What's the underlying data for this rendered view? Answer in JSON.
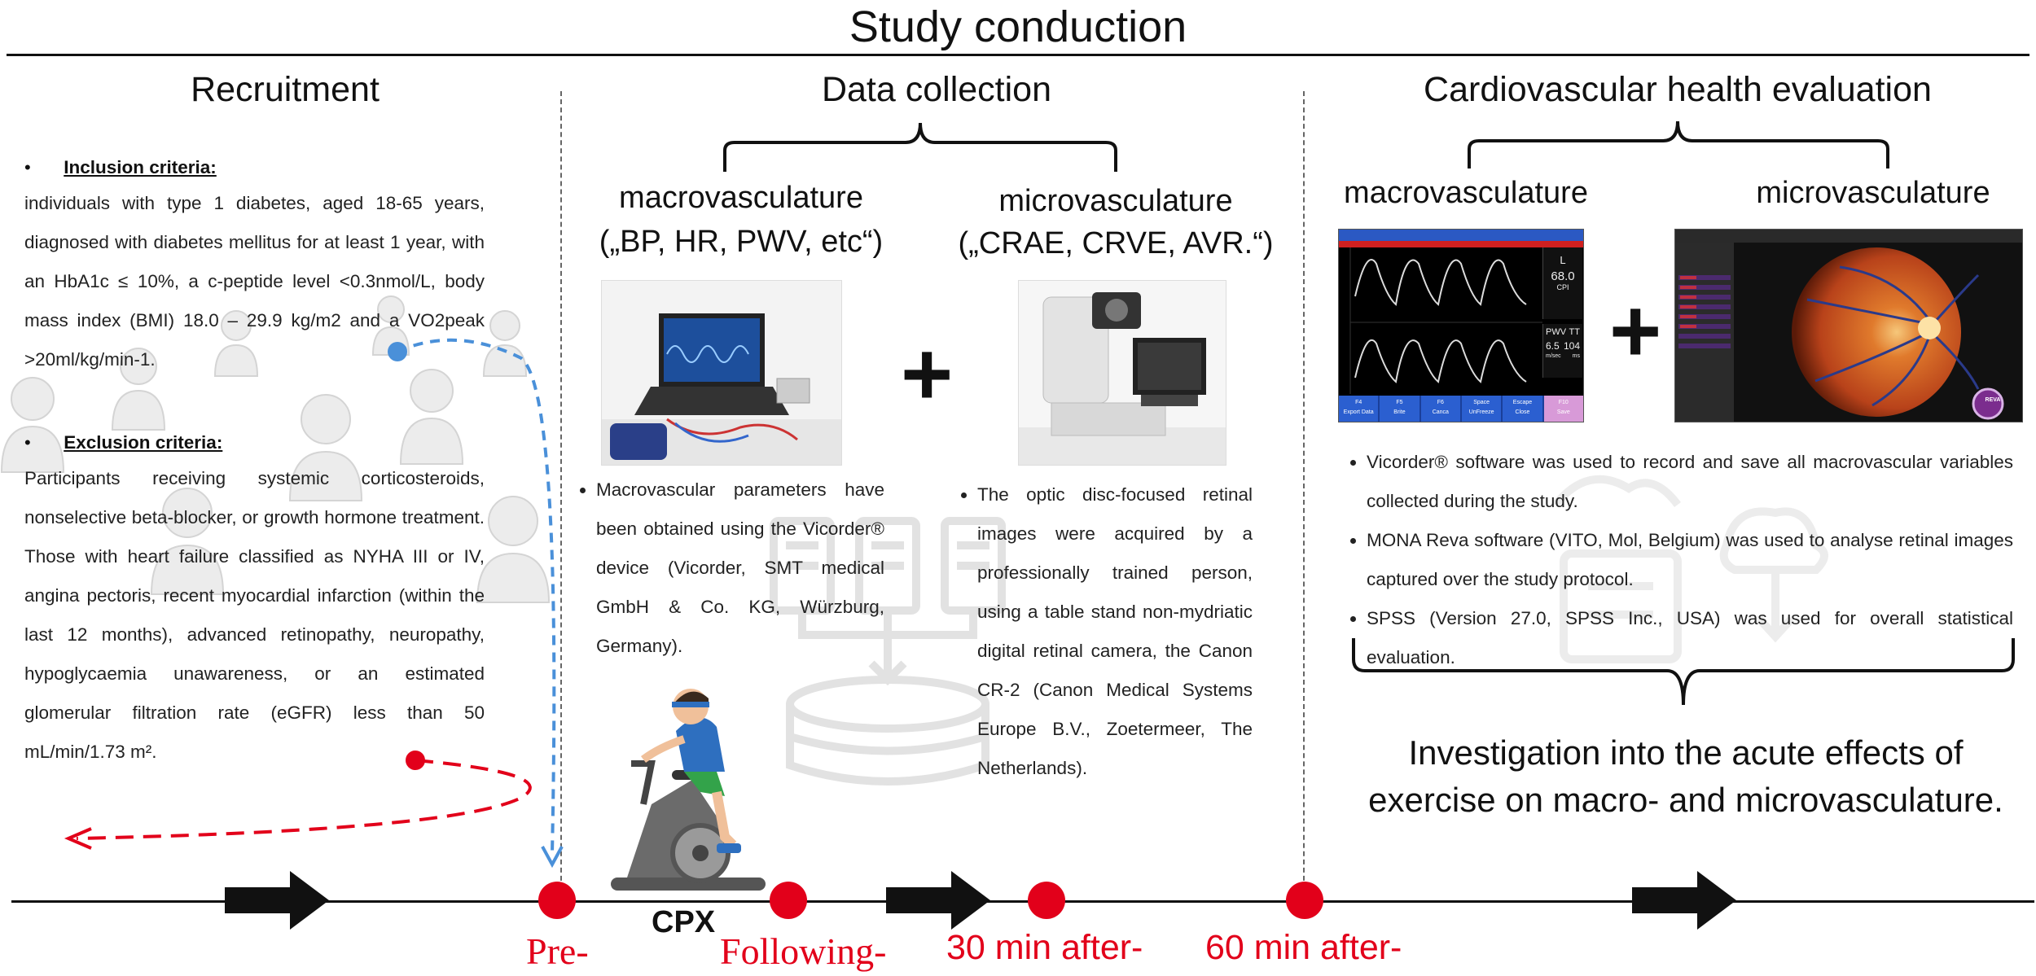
{
  "title": "Study conduction",
  "recruitment": {
    "heading": "Recruitment",
    "inclusion_label": "Inclusion criteria:",
    "inclusion_text": "individuals with type 1 diabetes, aged 18-65 years, diagnosed with diabetes mellitus for at least 1 year, with an HbA1c ≤ 10%, a c-peptide level <0.3nmol/L, body mass index (BMI) 18.0 – 29.9 kg/m2 and a VO2peak >20ml/kg/min-1.",
    "exclusion_label": "Exclusion criteria:",
    "exclusion_text": "Participants receiving systemic corticosteroids, nonselective beta-blocker, or growth hormone treatment. Those with heart failure classified as NYHA III or IV, angina pectoris, recent myocardial infarction (within the last 12 months), advanced retinopathy, neuropathy, hypoglycaemia unawareness, or an estimated glomerular filtration rate (eGFR) less than 50 mL/min/1.73 m²."
  },
  "data_collection": {
    "heading": "Data collection",
    "macro_title": "macrovasculature",
    "macro_params": "(„BP, HR, PWV, etc“)",
    "micro_title": "microvasculature",
    "micro_params": "(„CRAE, CRVE, AVR.“)",
    "macro_text": "Macrovascular parameters have been obtained using the Vicorder® device (Vicorder, SMT medical GmbH & Co. KG, Würzburg, Germany).",
    "micro_text": "The optic disc-focused retinal images were acquired by a professionally trained person, using a table stand non-mydriatic digital retinal camera, the Canon CR-2 (Canon Medical Systems Europe B.V., Zoetermeer, The Netherlands).",
    "plus": "+"
  },
  "evaluation": {
    "heading": "Cardiovascular health evaluation",
    "macro_title": "macrovasculature",
    "micro_title": "microvasculature",
    "plus": "+",
    "bullets": [
      "Vicorder® software was used to record and save all macrovascular variables collected during the study.",
      "MONA Reva software (VITO, Mol, Belgium) was used to analyse retinal images captured over the study protocol.",
      "SPSS (Version 27.0, SPSS Inc., USA) was used for overall statistical evaluation."
    ],
    "conclusion": "Investigation into the acute effects of exercise on macro- and microvasculature."
  },
  "vicorder_screen": {
    "value_top_letter": "L",
    "value_top": "68.0",
    "value_top_unit": "CPI",
    "pwv_label": "PWV",
    "tt_label": "TT",
    "pwv_value": "6.5",
    "tt_value": "104",
    "pwv_unit": "m/sec",
    "tt_unit": "ms",
    "buttons": [
      "F4\nExport Data",
      "F5\nBrite",
      "F6\nCanca",
      "Space\nUnFreeze",
      "Escape\nClose",
      "F10\nSave"
    ]
  },
  "reva_logo": "REVA",
  "timeline": {
    "cpx_label": "CPX",
    "stages": [
      "Pre-",
      "Following-",
      "30 min after-",
      "60 min after-"
    ]
  },
  "colors": {
    "red": "#e2001a",
    "blue": "#4a90d9",
    "text": "#222222"
  }
}
